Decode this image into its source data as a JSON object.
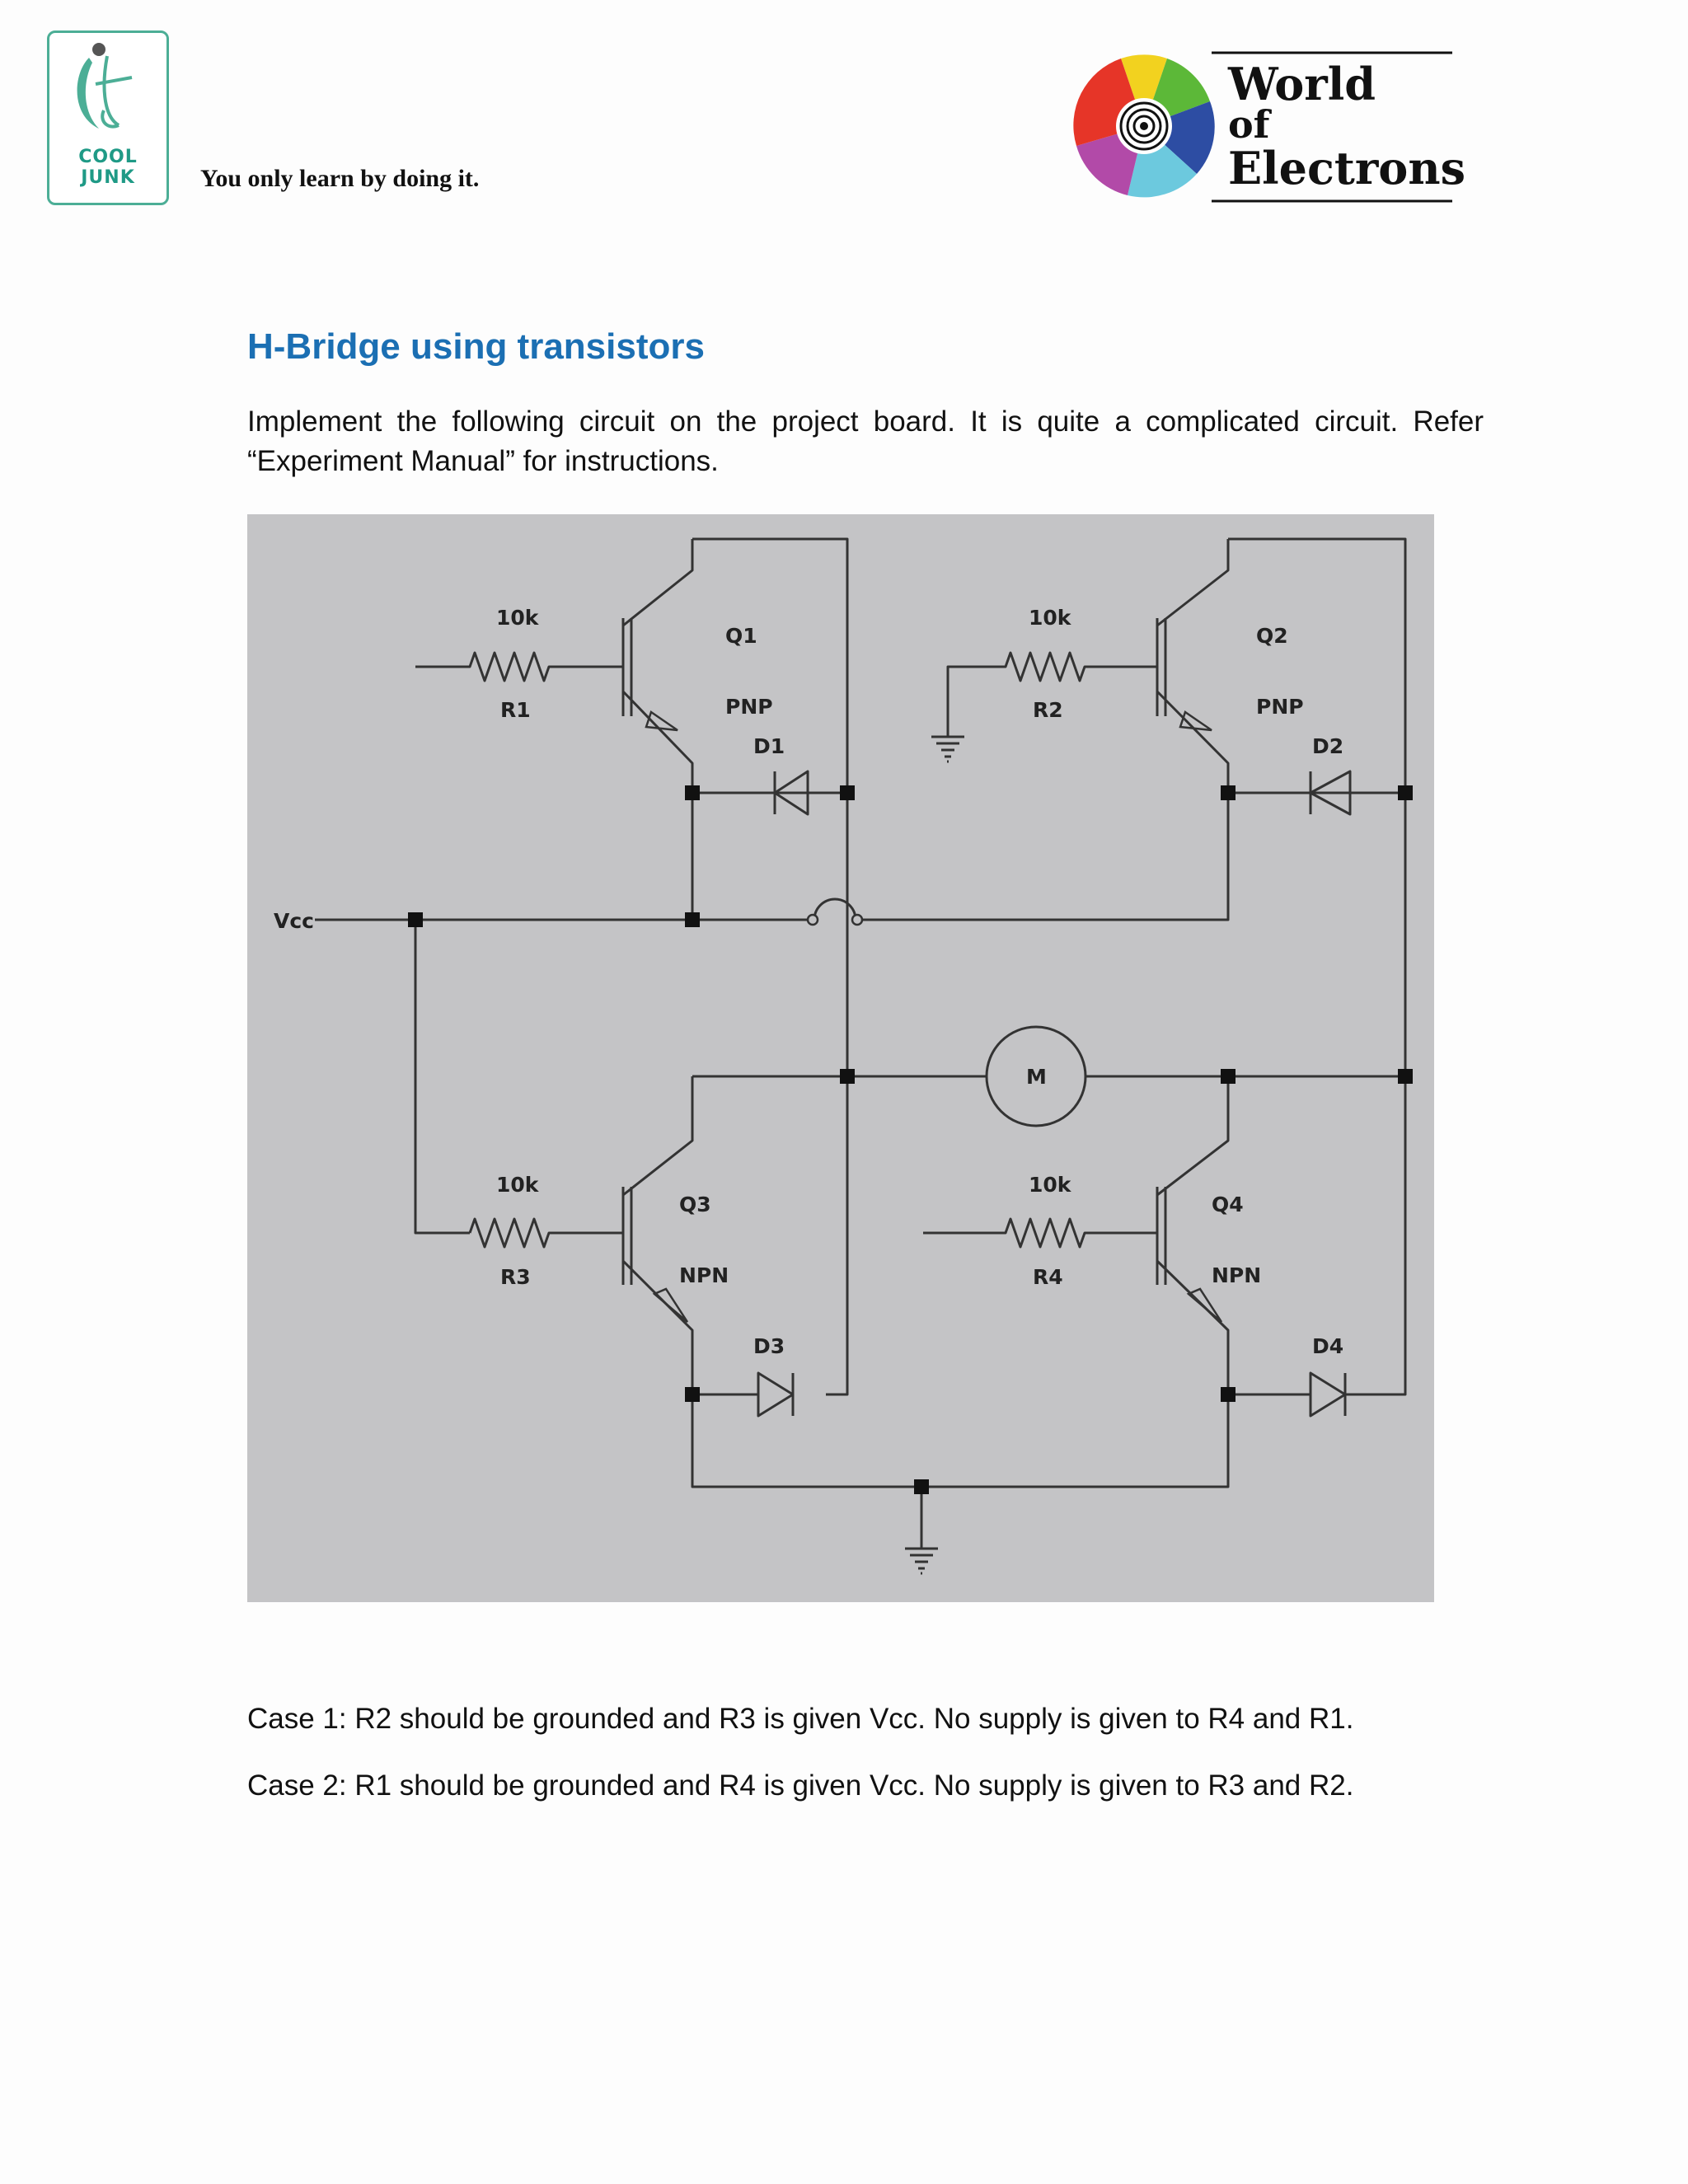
{
  "header": {
    "cool_junk_logo": {
      "line1": "COOL",
      "line2": "JUNK"
    },
    "tagline": "You only learn by doing it.",
    "world_of_electrons_logo": {
      "line1": "World",
      "line2": "of",
      "line3": "Electrons"
    }
  },
  "title": "H-Bridge using transistors",
  "intro": "Implement the following circuit on the project board. It is quite a complicated circuit. Refer “Experiment Manual” for instructions.",
  "circuit": {
    "vcc_label": "Vcc",
    "motor_label": "M",
    "resistors": [
      {
        "name": "R1",
        "value": "10k"
      },
      {
        "name": "R2",
        "value": "10k"
      },
      {
        "name": "R3",
        "value": "10k"
      },
      {
        "name": "R4",
        "value": "10k"
      }
    ],
    "transistors": [
      {
        "name": "Q1",
        "type": "PNP"
      },
      {
        "name": "Q2",
        "type": "PNP"
      },
      {
        "name": "Q3",
        "type": "NPN"
      },
      {
        "name": "Q4",
        "type": "NPN"
      }
    ],
    "diodes": [
      "D1",
      "D2",
      "D3",
      "D4"
    ]
  },
  "cases": [
    "Case 1: R2 should be grounded and R3 is given Vcc. No supply is given to R4 and R1.",
    "Case 2: R1 should be grounded and R4 is given Vcc. No supply is given to R3 and R2."
  ],
  "colors": {
    "title_blue": "#1b6fb3",
    "cool_junk_green": "#1f9a86",
    "figure_background": "#c4c4c6"
  }
}
